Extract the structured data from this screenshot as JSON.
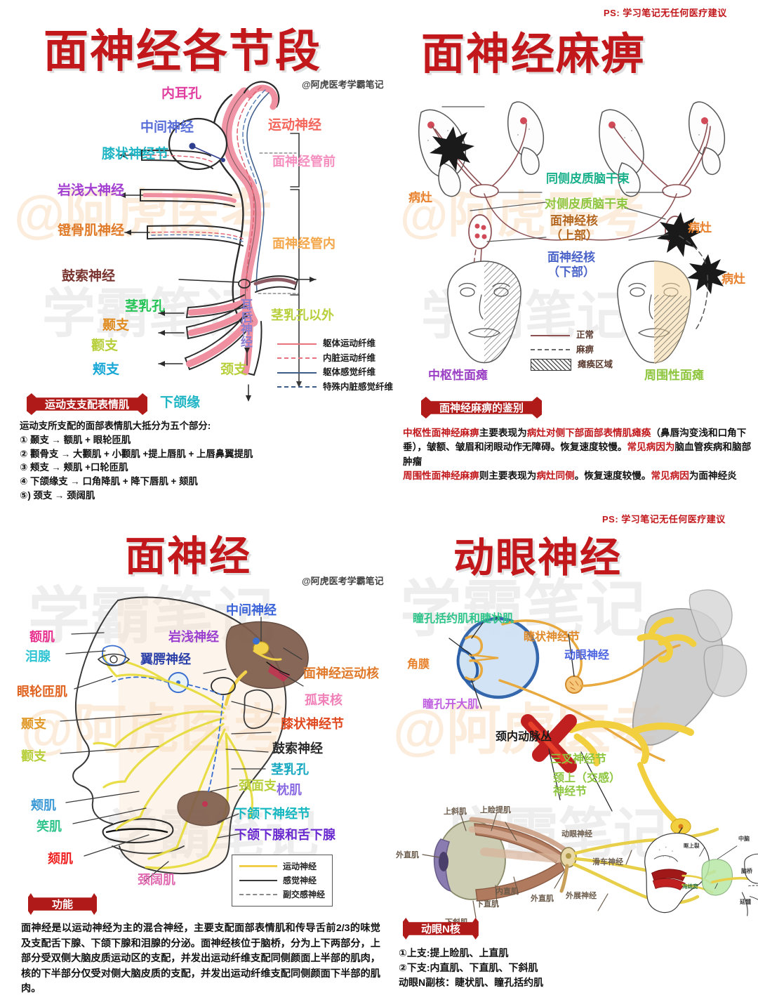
{
  "meta": {
    "handle": "@阿虎医考学霸笔记",
    "disclaimer": "PS: 学习笔记无任何医疗建议",
    "watermark_orange": "@阿虎医考",
    "watermark_gray": "学霸笔记"
  },
  "panel1": {
    "title": "面神经各节段",
    "labels": {
      "internal_acoustic": "内耳孔",
      "intermediate_nerve": "中间神经",
      "geniculate_ganglion": "膝状神经节",
      "greater_petrosal": "岩浅大神经",
      "stapedius_nerve": "镫骨肌神经",
      "chorda_tympani": "鼓索神经",
      "stylomastoid_foramen": "茎乳孔",
      "temporal_branch": "颞支",
      "zygomatic_branch": "颧支",
      "buccal_branch": "颊支",
      "cervical_branch": "颈支",
      "mandibular_margin": "下颌缘",
      "motor_nerve": "运动神经",
      "pre_canal": "面神经管前",
      "in_canal": "面神经管内",
      "beyond_stylomastoid": "茎乳孔以外",
      "posterior_auricular": "耳后神经"
    },
    "legend": [
      {
        "label": "躯体运动纤维",
        "color": "#e8737f",
        "style": "solid"
      },
      {
        "label": "内脏运动纤维",
        "color": "#e8737f",
        "style": "dashed"
      },
      {
        "label": "躯体感觉纤维",
        "color": "#3c5c8a",
        "style": "solid"
      },
      {
        "label": "特殊内脏感觉纤维",
        "color": "#3c5c8a",
        "style": "dashed"
      }
    ],
    "banner": "运动支支配表情肌",
    "text_intro": "运动支所支配的面部表情肌大抵分为五个部分:",
    "text_items": [
      "① 颞支 → 额肌 + 眼轮匝肌",
      "② 颧骨支 → 大颧肌 + 小颧肌 +提上唇肌 + 上唇鼻翼提肌",
      "③ 颊支 → 颊肌 +口轮匝肌",
      "④ 下颌缘支 → 口角降肌 + 降下唇肌 + 颏肌",
      "⑤) 颈支 → 颈阔肌"
    ]
  },
  "panel2": {
    "title": "面神经麻痹",
    "labels": {
      "lesion": "病灶",
      "ipsilateral_tract": "同侧皮质脑干束",
      "contralateral_tract": "对侧皮质脑干束",
      "nucleus_upper": "面神经核\n（上部）",
      "nucleus_lower": "面神经核\n（下部）",
      "central_palsy": "中枢性面瘫",
      "peripheral_palsy": "周围性面瘫"
    },
    "legend": [
      {
        "label": "正常",
        "style": "solid"
      },
      {
        "label": "麻痹",
        "style": "dashed"
      },
      {
        "label": "瘫痪区域",
        "style": "hatch"
      }
    ],
    "banner": "面神经麻痹的鉴别",
    "paragraph_runs": [
      {
        "t": "中枢性面神经麻痹",
        "c": "red"
      },
      {
        "t": "主要表现为",
        "c": "black"
      },
      {
        "t": "病灶对侧下部面部表情肌瘫痪",
        "c": "red"
      },
      {
        "t": "（鼻唇沟变浅和口角下垂），皱额、皱眉和闭眼动作无障碍。恢复速度较慢。",
        "c": "black"
      },
      {
        "t": "常见病因为",
        "c": "red"
      },
      {
        "t": "脑血管疾病和脑部肿瘤",
        "c": "black"
      },
      {
        "t": "\n",
        "c": "black"
      },
      {
        "t": "周围性面神经麻痹",
        "c": "red"
      },
      {
        "t": "则主要表现为",
        "c": "black"
      },
      {
        "t": "病灶同侧",
        "c": "red"
      },
      {
        "t": "。恢复速度较慢。",
        "c": "black"
      },
      {
        "t": "常见病因",
        "c": "red"
      },
      {
        "t": "为面神经炎",
        "c": "black"
      }
    ]
  },
  "panel3": {
    "title": "面神经",
    "labels_left": {
      "frontalis": "额肌",
      "lacrimal_gland": "泪腺",
      "orbicularis_oculi": "眼轮匝肌",
      "temporal_branch": "颞支",
      "zygomatic_branch": "颧支",
      "buccinator": "颊肌",
      "risorius": "笑肌",
      "mentalis": "颏肌",
      "platysma": "颈阔肌"
    },
    "labels_right": {
      "intermediate_nerve": "中间神经",
      "greater_petrosal": "岩浅神经",
      "pterygopalatine_nerve": "翼腭神经",
      "facial_motor_nucleus": "面神经运动核",
      "solitary_nucleus": "孤束核",
      "geniculate_ganglion": "膝状神经节",
      "chorda_tympani": "鼓索神经",
      "stylomastoid_foramen": "茎乳孔",
      "occipitalis": "枕肌",
      "cervicofacial_branch": "颈面支",
      "submandibular_ganglion": "下颌下神经节",
      "submandibular_sublingual": "下颌下腺和舌下腺"
    },
    "legend": [
      {
        "label": "运动神经",
        "color": "#f2cf4a",
        "style": "solid"
      },
      {
        "label": "感觉神经",
        "color": "#3a3a3a",
        "style": "solid"
      },
      {
        "label": "副交感神经",
        "color": "#8a8a8a",
        "style": "dashed"
      }
    ],
    "banner": "功能",
    "paragraph": "面神经是以运动神经为主的混合神经，主要支配面部表情肌和传导舌前2/3的味觉及支配舌下腺、下颌下腺和泪腺的分泌。面神经核位于脑桥，分为上下两部分，上部分受双侧大脑皮质运动区的支配，并发出运动纤维支配同侧颜面上半部的肌肉，核的下半部分仅受对侧大脑皮质的支配，并发出运动纤维支配同侧颜面下半部的肌肉。"
  },
  "panel4": {
    "title": "动眼神经",
    "labels": {
      "sphincter_ciliary": "瞳孔括约肌和睫状肌",
      "ciliary_ganglion": "睫状神经节",
      "oculomotor_nerve": "动眼神经",
      "cornea": "角膜",
      "dilator_pupillae": "瞳孔开大肌",
      "internal_carotid_plexus": "颈内动脉丛",
      "trigeminal_ganglion": "三叉神经节",
      "superior_cervical_ganglion": "颈上（交感）\n神经节"
    },
    "eye_labels": {
      "superior_oblique": "上斜肌",
      "levator_palpebrae": "上睑提肌",
      "lateral_rectus_left": "外直肌",
      "medial_rectus": "内直肌",
      "inferior_rectus": "下直肌",
      "lateral_rectus_right": "外直肌",
      "inferior_oblique": "下斜肌",
      "oculomotor": "动眼神经",
      "trochlear": "滑车神经",
      "abducens": "外展神经"
    },
    "inset_labels": {
      "superior_orbital": "眶上裂",
      "cavernous_sinus": "海绵窦",
      "midbrain": "中脑",
      "pons": "脑桥",
      "medulla": "延髓"
    },
    "banner": "动眼N核",
    "text_items": [
      "①上支:提上睑肌、上直肌",
      "②下支:内直肌、下直肌、下斜肌",
      "动眼N副核：睫状肌、瞳孔括约肌"
    ]
  }
}
